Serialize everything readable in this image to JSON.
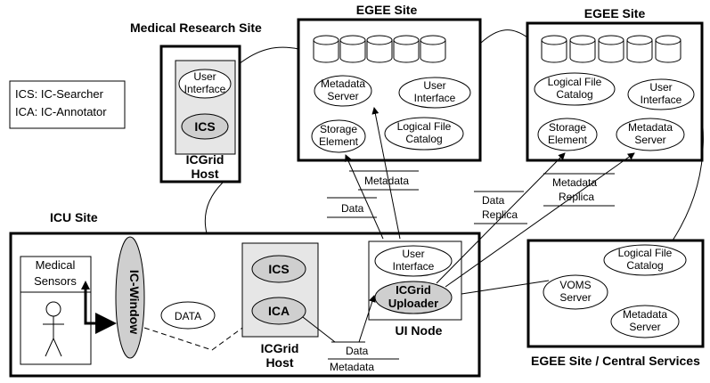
{
  "legend": {
    "line1": "ICS: IC-Searcher",
    "line2": "ICA: IC-Annotator"
  },
  "sites": {
    "medical": {
      "title": "Medical Research Site",
      "host_line1": "ICGrid",
      "host_line2": "Host"
    },
    "egee_a": {
      "title": "EGEE Site"
    },
    "egee_b": {
      "title": "EGEE Site"
    },
    "icu": {
      "title": "ICU Site"
    },
    "central": {
      "title": "EGEE Site / Central Services"
    }
  },
  "components": {
    "med_ui": [
      "User",
      "Interface"
    ],
    "med_ics": "ICS",
    "ea_meta": [
      "Metadata",
      "Server"
    ],
    "ea_ui": [
      "User",
      "Interface"
    ],
    "ea_se": [
      "Storage",
      "Element"
    ],
    "ea_lfc": [
      "Logical File",
      "Catalog"
    ],
    "eb_lfc": [
      "Logical File",
      "Catalog"
    ],
    "eb_ui": [
      "User",
      "Interface"
    ],
    "eb_se": [
      "Storage",
      "Element"
    ],
    "eb_meta": [
      "Metadata",
      "Server"
    ],
    "sensors": [
      "Medical",
      "Sensors"
    ],
    "icwindow": "IC-Window",
    "data_bubble": "DATA",
    "icu_ics": "ICS",
    "icu_ica": "ICA",
    "icu_host": [
      "ICGrid",
      "Host"
    ],
    "ui_node_ui": [
      "User",
      "Interface"
    ],
    "uploader": [
      "ICGrid",
      "Uploader"
    ],
    "ui_node": "UI Node",
    "cs_lfc": [
      "Logical File",
      "Catalog"
    ],
    "cs_voms": [
      "VOMS",
      "Server"
    ],
    "cs_meta": [
      "Metadata",
      "Server"
    ]
  },
  "flows": {
    "metadata": "Metadata",
    "data": "Data",
    "data_replica": [
      "Data",
      "Replica"
    ],
    "metadata_replica": [
      "Metadata",
      "Replica"
    ],
    "icu_data": "Data",
    "icu_metadata": "Metadata"
  },
  "colors": {
    "shaded": "#e6e6e6",
    "ellipse_dark": "#cfcfcf",
    "line": "#000000"
  }
}
